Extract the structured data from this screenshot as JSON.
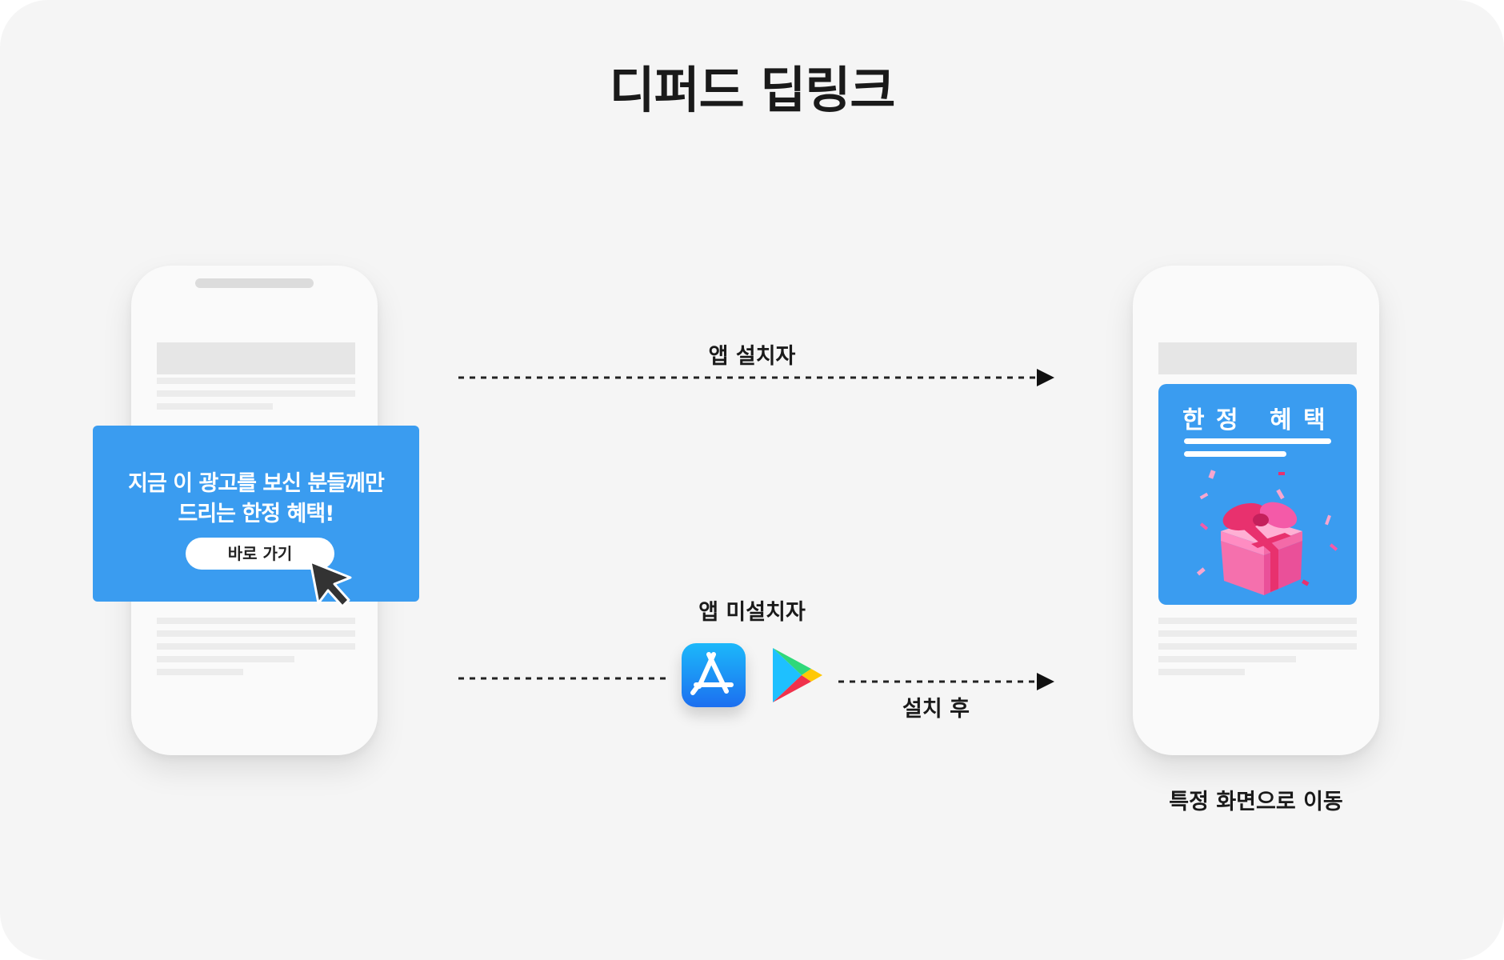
{
  "title": "디퍼드 딥링크",
  "ad": {
    "line1": "지금 이 광고를 보신 분들께만",
    "line2": "드리는 한정 혜택!",
    "button": "바로 가기"
  },
  "paths": {
    "installed_label": "앱 설치자",
    "not_installed_label": "앱 미설치자",
    "after_install_label": "설치 후"
  },
  "destination": {
    "promo_title": "한 정   혜 택",
    "caption": "특정 화면으로 이동"
  },
  "icons": {
    "app_store": "app-store-icon",
    "play_store": "google-play-icon",
    "cursor": "mouse-cursor-icon",
    "gift": "gift-box-icon"
  },
  "colors": {
    "background": "#f5f5f5",
    "accent_blue": "#3a9cf0",
    "gift_pink": "#f45aa8"
  }
}
